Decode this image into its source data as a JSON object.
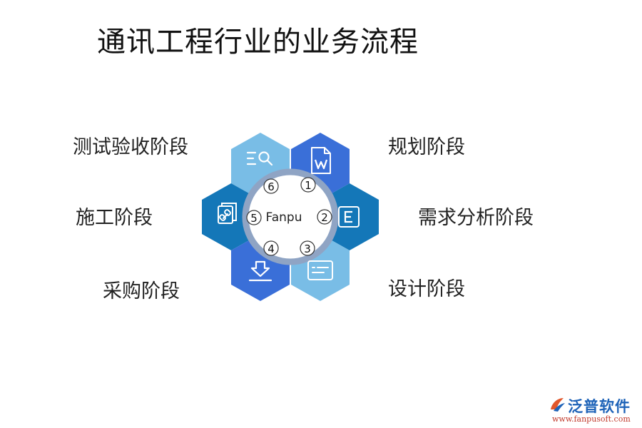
{
  "title": "通讯工程行业的业务流程",
  "center_label": "Fanpu",
  "stages": [
    {
      "number": "1",
      "label": "规划阶段",
      "icon": "word-document-icon",
      "color": "#3a6fd8"
    },
    {
      "number": "2",
      "label": "需求分析阶段",
      "icon": "letter-e-icon",
      "color": "#1477b8"
    },
    {
      "number": "3",
      "label": "设计阶段",
      "icon": "monitor-icon",
      "color": "#79bde6"
    },
    {
      "number": "4",
      "label": "采购阶段",
      "icon": "download-icon",
      "color": "#3a6fd8"
    },
    {
      "number": "5",
      "label": "施工阶段",
      "icon": "link-copy-icon",
      "color": "#1477b8"
    },
    {
      "number": "6",
      "label": "测试验收阶段",
      "icon": "search-list-icon",
      "color": "#79bde6"
    }
  ],
  "brand": {
    "name": "泛普软件",
    "url": "www.fanpusoft.com",
    "logo_icon": "fanpu-logo-icon"
  }
}
